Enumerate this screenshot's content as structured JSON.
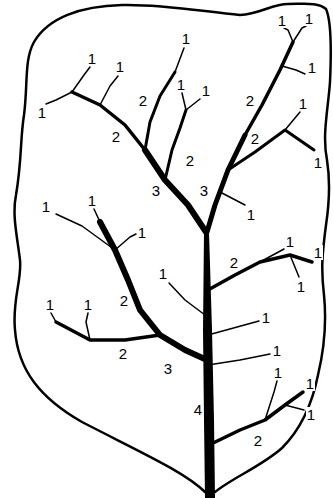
{
  "diagram": {
    "labels": [
      "1",
      "1",
      "1",
      "1",
      "1",
      "1",
      "2",
      "2",
      "1",
      "1",
      "1",
      "1",
      "2",
      "2",
      "1",
      "2",
      "3",
      "3",
      "1",
      "1",
      "1",
      "1",
      "1",
      "1",
      "2",
      "1",
      "1",
      "2",
      "1",
      "1",
      "1",
      "1",
      "2",
      "3",
      "1",
      "1",
      "4",
      "1",
      "2"
    ]
  }
}
